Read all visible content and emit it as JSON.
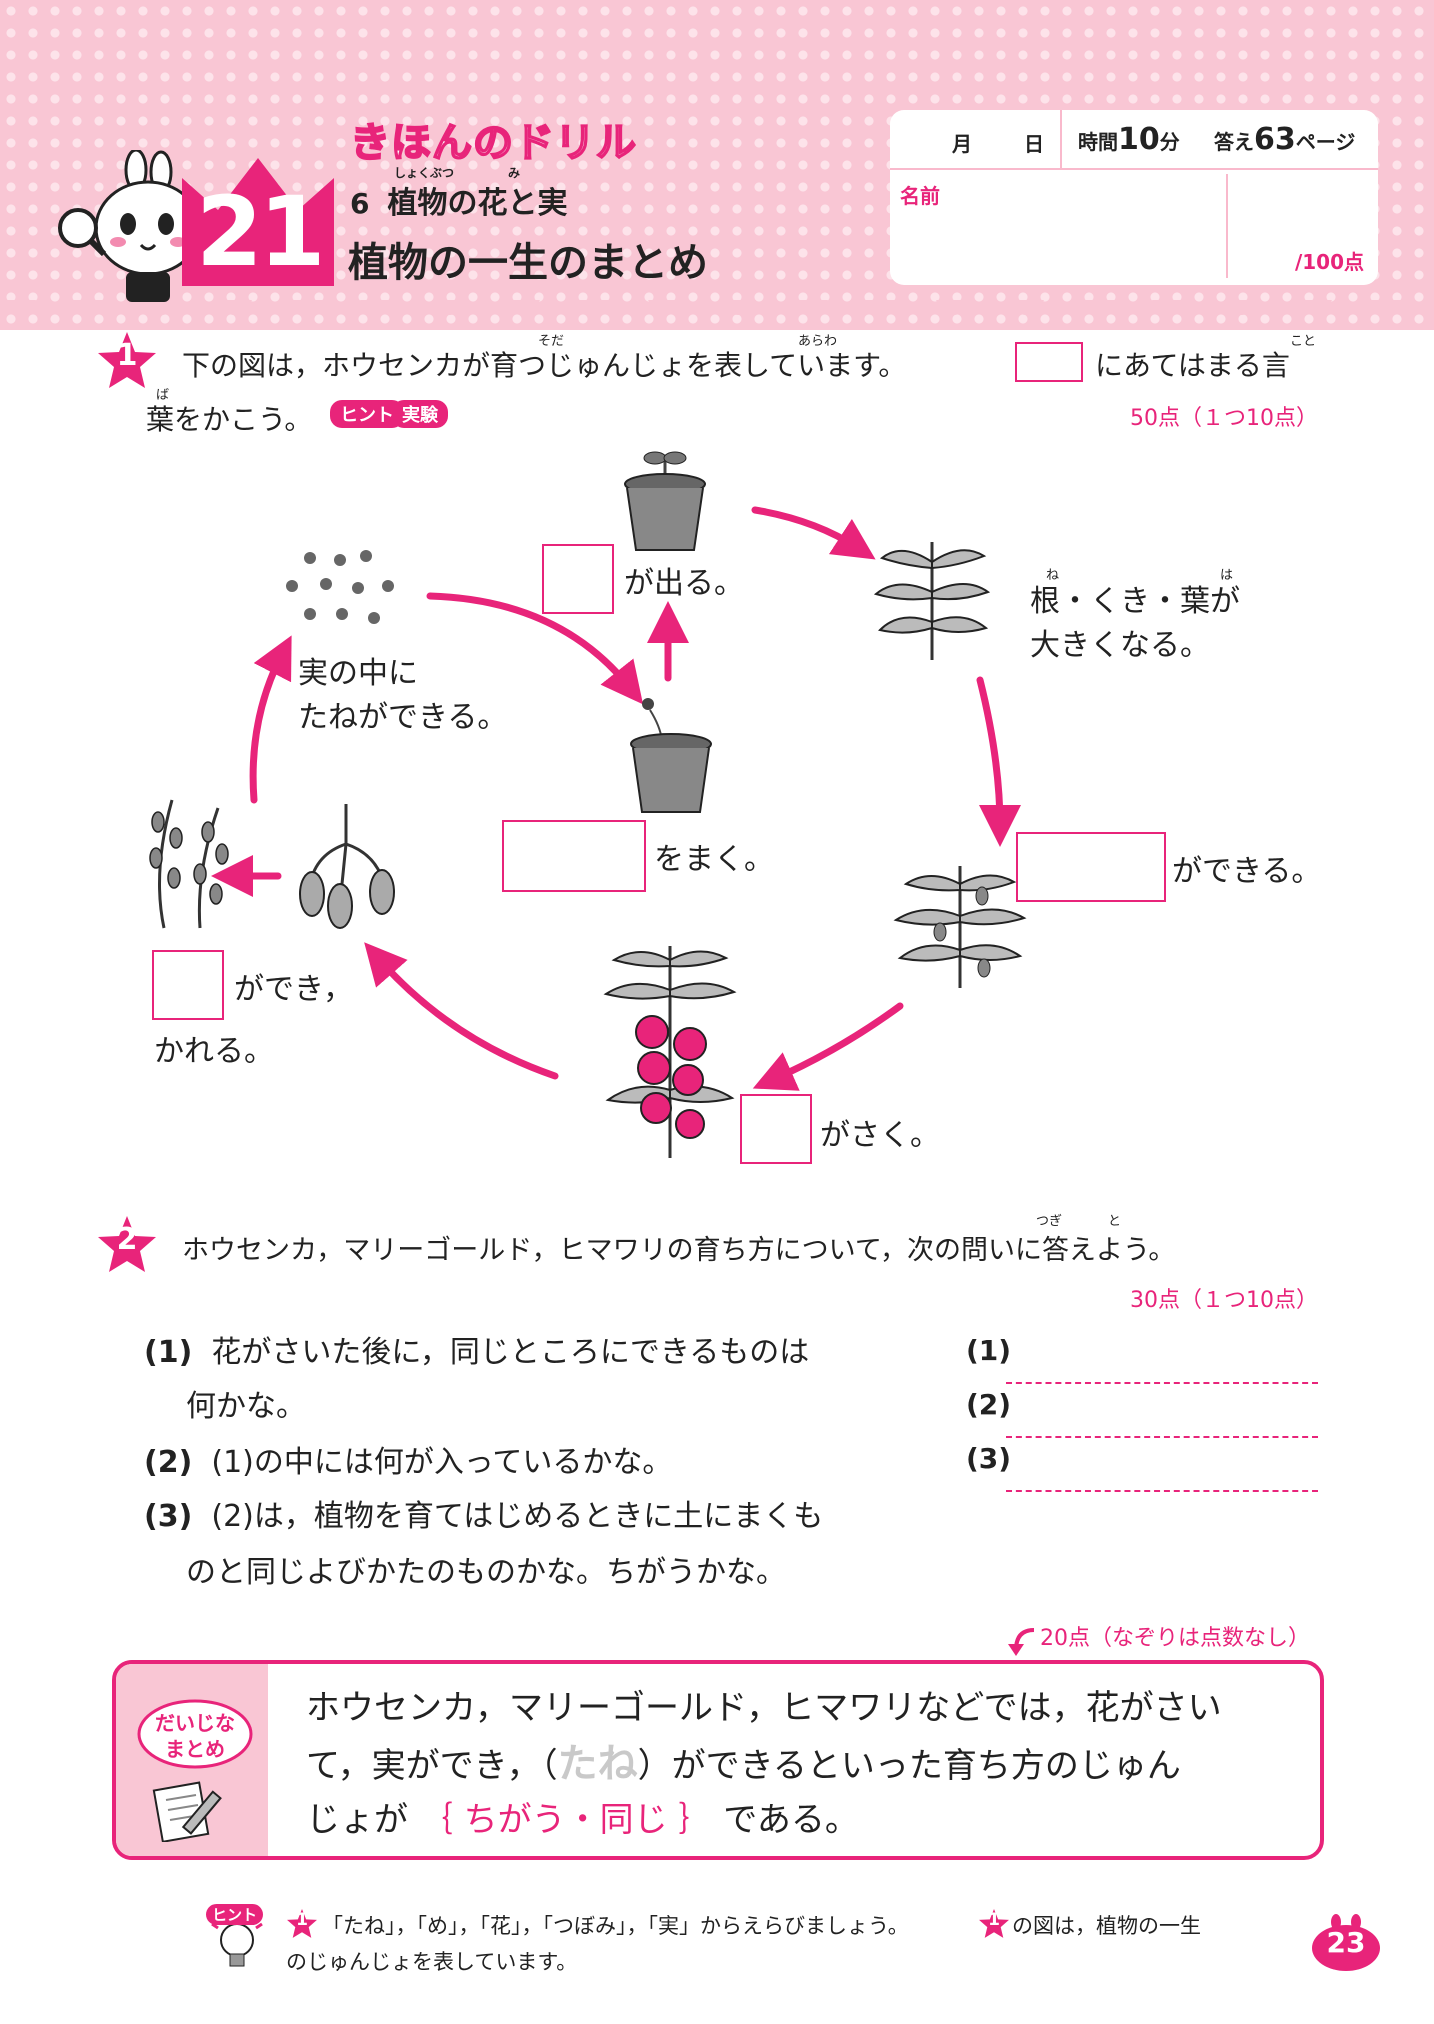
{
  "header": {
    "series": "きほんのドリル",
    "unit_number": "21",
    "chapter_number": "6",
    "chapter_title": "植物の花と実",
    "chapter_ruby_1": "しょくぶつ",
    "chapter_ruby_2": "み",
    "title": "植物の一生のまとめ"
  },
  "info_box": {
    "month": "月",
    "day": "日",
    "time_label": "時間",
    "time_value": "10",
    "time_unit": "分",
    "answer_label": "答え",
    "answer_page": "63",
    "answer_unit": "ページ",
    "name_label": "名前",
    "score": "/100点"
  },
  "q1": {
    "number": "1",
    "text_a": "下の図は，ホウセンカが育つじゅんじょを表しています。",
    "text_b": "にあてはまる言",
    "text_c": "葉をかこう。",
    "ruby_sodatsu": "そだ",
    "ruby_arawa": "あらわ",
    "ruby_koto": "こと",
    "ruby_ba": "ば",
    "hint_badge": "ヒント",
    "experiment_badge": "実験",
    "points": "50点（１つ10点）",
    "labels": {
      "sprout": "が出る。",
      "grow_1": "根・くき・葉が",
      "grow_2": "大きくなる。",
      "ruby_ne": "ね",
      "ruby_ha": "は",
      "bud": "ができる。",
      "bloom": "がさく。",
      "fruit_1": "ができ，",
      "fruit_2": "かれる。",
      "seed_1": "実の中に",
      "seed_2": "たねができる。",
      "sow": "をまく。"
    }
  },
  "q2": {
    "number": "2",
    "text": "ホウセンカ，マリーゴールド，ヒマワリの育ち方について，次の問いに答えよう。",
    "ruby_tsugi": "つぎ",
    "ruby_to": "と",
    "points": "30点（１つ10点）",
    "items": [
      {
        "label": "(1)",
        "line1": "花がさいた後に，同じところにできるものは",
        "line2": "何かな。"
      },
      {
        "label": "(2)",
        "line1": "(1)の中には何が入っているかな。",
        "line2": ""
      },
      {
        "label": "(3)",
        "line1": "(2)は，植物を育てはじめるときに土にまくも",
        "line2": "のと同じよびかたのものかな。ちがうかな。"
      }
    ],
    "answer_labels": [
      "(1)",
      "(2)",
      "(3)"
    ]
  },
  "summary": {
    "points": "20点（なぞりは点数なし）",
    "badge_1": "だいじな",
    "badge_2": "まとめ",
    "line1": "ホウセンカ，マリーゴールド，ヒマワリなどでは，花がさい",
    "line2_a": "て，実ができ，（",
    "line2_trace": "たね",
    "line2_b": "）ができるといった育ち方のじゅん",
    "line3_a": "じょが",
    "line3_choice": "｛ ちがう・同じ ｝",
    "line3_b": "である。"
  },
  "hint": {
    "badge": "ヒント",
    "num_1": "1",
    "text_1": "「たね」，「め」，「花」，「つぼみ」，「実」からえらびましょう。",
    "num_2": "1",
    "text_2": "の図は，植物の一生",
    "text_3": "のじゅんじょを表しています。"
  },
  "page_number": "23",
  "colors": {
    "accent": "#e8247a",
    "header_bg": "#f9c6d4"
  }
}
